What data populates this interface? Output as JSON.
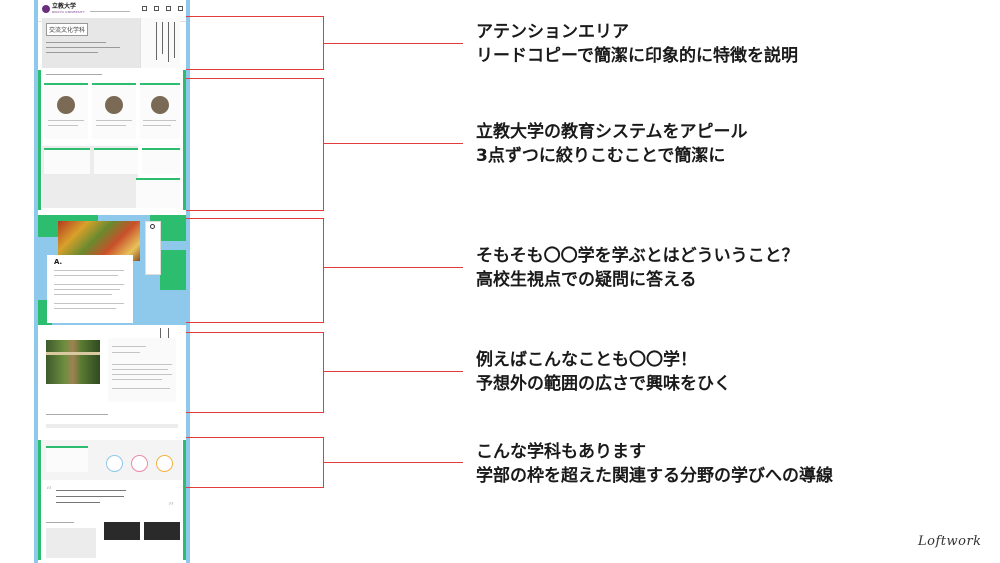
{
  "thumbnail": {
    "logo_text": "立教大学",
    "logo_sub": "RIKKYO UNIVERSITY",
    "hero_title": "交流文化学科",
    "qa_letter": "A."
  },
  "annotations": [
    {
      "line1": "アテンションエリア",
      "line2": "リードコピーで簡潔に印象的に特徴を説明"
    },
    {
      "line1": "立教大学の教育システムをアピール",
      "line2": "3点ずつに絞りこむことで簡潔に"
    },
    {
      "line1": "そもそも〇〇学を学ぶとはどういうこと？",
      "line2": "高校生視点での疑問に答える"
    },
    {
      "line1": "例えばこんなことも〇〇学！",
      "line2": "予想外の範囲の広さで興味をひく"
    },
    {
      "line1": "こんな学科もあります",
      "line2": "学部の枠を超えた関連する分野の学びへの導線"
    }
  ],
  "signature": "Loftwork",
  "colors": {
    "accent_green": "#2dbd6e",
    "accent_blue": "#8ec8ea",
    "connector_red": "#e43c3c",
    "brand_purple": "#6b2f7d"
  }
}
